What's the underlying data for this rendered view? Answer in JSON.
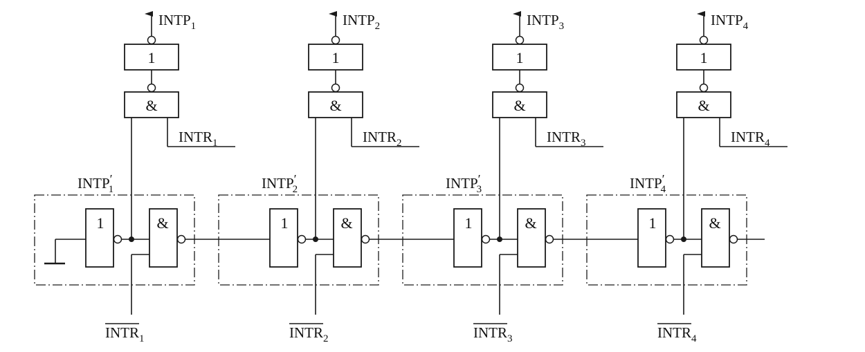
{
  "diagram": {
    "stages": [
      {
        "output_label": "INTP",
        "output_sub": "1",
        "request_label": "INTR",
        "request_sub": "1",
        "chain_label": "INTP",
        "chain_sub": "1",
        "chain_prime": "′",
        "inv_request_label": "INTR",
        "inv_request_sub": "1"
      },
      {
        "output_label": "INTP",
        "output_sub": "2",
        "request_label": "INTR",
        "request_sub": "2",
        "chain_label": "INTP",
        "chain_sub": "2",
        "chain_prime": "′",
        "inv_request_label": "INTR",
        "inv_request_sub": "2"
      },
      {
        "output_label": "INTP",
        "output_sub": "3",
        "request_label": "INTR",
        "request_sub": "3",
        "chain_label": "INTP",
        "chain_sub": "3",
        "chain_prime": "′",
        "inv_request_label": "INTR",
        "inv_request_sub": "3"
      },
      {
        "output_label": "INTP",
        "output_sub": "4",
        "request_label": "INTR",
        "request_sub": "4",
        "chain_label": "INTP",
        "chain_sub": "4",
        "chain_prime": "′",
        "inv_request_label": "INTR",
        "inv_request_sub": "4"
      }
    ],
    "gate_symbols": {
      "buffer": "1",
      "and": "&"
    }
  }
}
